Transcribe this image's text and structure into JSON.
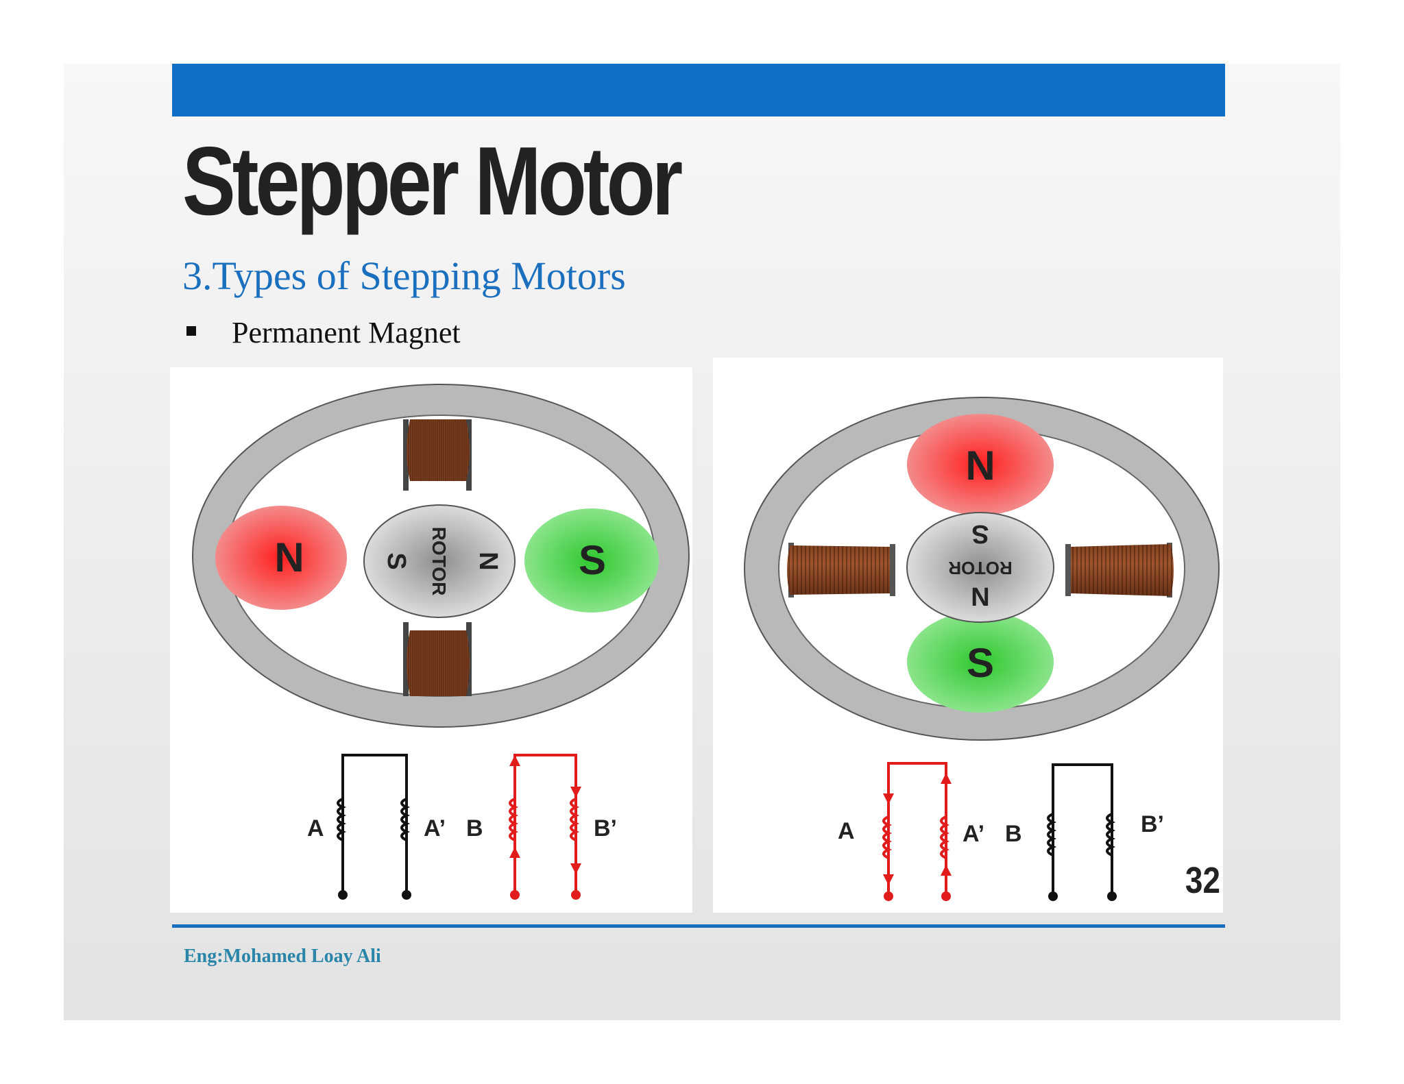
{
  "slide": {
    "title": "Stepper Motor",
    "subtitle": "3.Types of Stepping Motors",
    "bullet": "Permanent Magnet",
    "page_number": "32",
    "footer": "Eng:Mohamed Loay Ali",
    "colors": {
      "accent": "#0f6fc6",
      "subtitle": "#1a6fbf",
      "footer": "#2a86a9",
      "north_pole": "#f05a5a",
      "south_pole": "#6fd86f",
      "coil": "#7a3a1e",
      "energized_wire": "#e21b1b"
    }
  },
  "figures": {
    "left": {
      "pole_left": "N",
      "pole_right": "S",
      "rotor_label": "ROTOR",
      "rotor_north": "N",
      "rotor_south": "S",
      "coil_labels": [
        "A",
        "A’",
        "B",
        "B’"
      ]
    },
    "right": {
      "pole_top": "N",
      "pole_bottom": "S",
      "rotor_label": "ROTOR",
      "rotor_north": "N",
      "rotor_south": "S",
      "coil_labels": [
        "A",
        "A’",
        "B",
        "B’"
      ]
    }
  }
}
